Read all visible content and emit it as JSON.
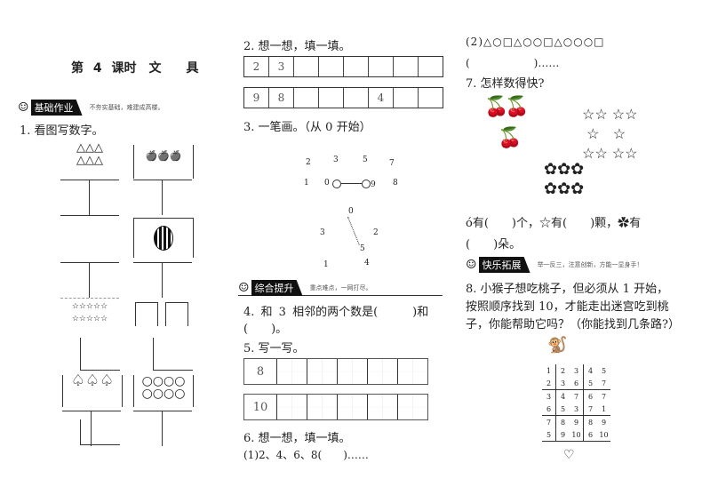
{
  "title": "第 4 课时　文　　具",
  "section1": {
    "label": "基础作业",
    "subtitle": "不夯实基础，难建成高楼。"
  },
  "q1": {
    "text": "1. 看图写数字。",
    "pics": {
      "triangles": "△△△\n△△△",
      "apples": "🍎🍎🍎",
      "stars": "☆☆☆☆☆\n☆☆☆☆☆",
      "peaches": "♤♤♤",
      "circles": "○○○○\n○○○○"
    }
  },
  "q2": {
    "text": "2. 想一想，填一填。",
    "row1": [
      "2",
      "3",
      "",
      "",
      "",
      "",
      "",
      ""
    ],
    "row2": [
      "9",
      "8",
      "",
      "",
      "",
      "4",
      "",
      ""
    ]
  },
  "q3": {
    "text": "3. 一笔画。（从 0 开始）",
    "dots_top": [
      "2",
      "3",
      "5",
      "7",
      "1",
      "0",
      "9",
      "8"
    ],
    "dots_bottom": [
      "0",
      "3",
      "2",
      "5",
      "1",
      "4"
    ]
  },
  "section2": {
    "label": "综合提升",
    "subtitle": "重点难点，一网打尽。"
  },
  "q4": {
    "line1": "4. 和 3 相邻的两个数是(　　　)和",
    "line2": "(　　)。"
  },
  "q5": {
    "text": "5. 写一写。",
    "rows": [
      "8",
      "10"
    ]
  },
  "q6": {
    "text": "6. 想一想，填一填。",
    "p1": "(1)2、4、6、8(　　)……",
    "p2": "(2)△○□△○○□△○○○□",
    "p2b": "(　　　　　　)……"
  },
  "q7": {
    "text": "7. 怎样数得快?",
    "answer1": "有(　　)个，",
    "answer2": "有(　　)颗，",
    "answer3": "有",
    "answer4": "(　　)朵。"
  },
  "section3": {
    "label": "快乐拓展",
    "subtitle": "举一反三，注意创新，方能一显身手！"
  },
  "q8": {
    "line1": "8. 小猴子想吃桃子，但必须从 1 开始，",
    "line2": "按照顺序找到 10，才能走出迷宫吃到桃",
    "line3": "子，你能帮助它吗？（你能找到几条路?）",
    "maze": [
      [
        "1",
        "2",
        "3",
        "4",
        "5"
      ],
      [
        "2",
        "3",
        "6",
        "5",
        "7"
      ],
      [
        "3",
        "4",
        "7",
        "6",
        "7"
      ],
      [
        "6",
        "5",
        "3",
        "7",
        "1"
      ],
      [
        "7",
        "8",
        "9",
        "8",
        "9"
      ],
      [
        "5",
        "9",
        "10",
        "6",
        "10"
      ]
    ]
  }
}
